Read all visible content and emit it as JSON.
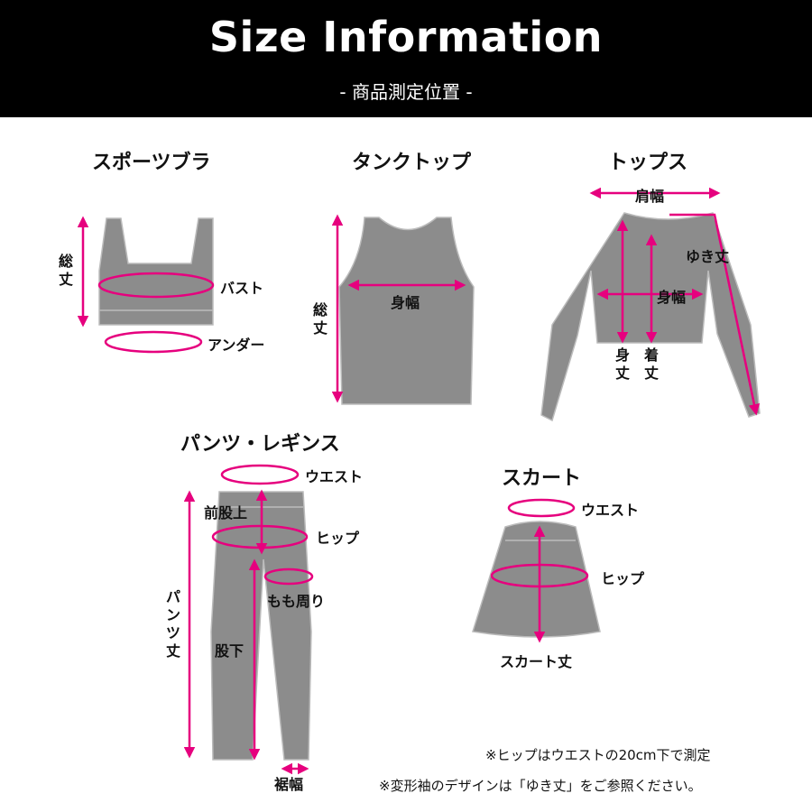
{
  "header": {
    "title": "Size Information",
    "subtitle": "- 商品測定位置 -"
  },
  "colors": {
    "accent": "#e6007e",
    "garment": "#8c8c8c",
    "header_bg": "#000000"
  },
  "sports_bra": {
    "title": "スポーツブラ",
    "total_length": "総丈",
    "bust": "バスト",
    "under": "アンダー"
  },
  "tank_top": {
    "title": "タンクトップ",
    "body_width": "身幅",
    "total_length": "総丈"
  },
  "tops": {
    "title": "トップス",
    "shoulder_width": "肩幅",
    "sleeve_length": "ゆき丈",
    "body_width": "身幅",
    "body_length": "身丈",
    "garment_length": "着丈"
  },
  "pants": {
    "title": "パンツ・レギンス",
    "waist": "ウエスト",
    "front_rise": "前股上",
    "hip": "ヒップ",
    "thigh": "もも周り",
    "pants_length": "パンツ丈",
    "inseam": "股下",
    "hem_width": "裾幅"
  },
  "skirt": {
    "title": "スカート",
    "waist": "ウエスト",
    "hip": "ヒップ",
    "skirt_length": "スカート丈"
  },
  "notes": {
    "hip_note": "※ヒップはウエストの20cm下で測定",
    "sleeve_note": "※変形袖のデザインは「ゆき丈」をご参照ください。"
  }
}
